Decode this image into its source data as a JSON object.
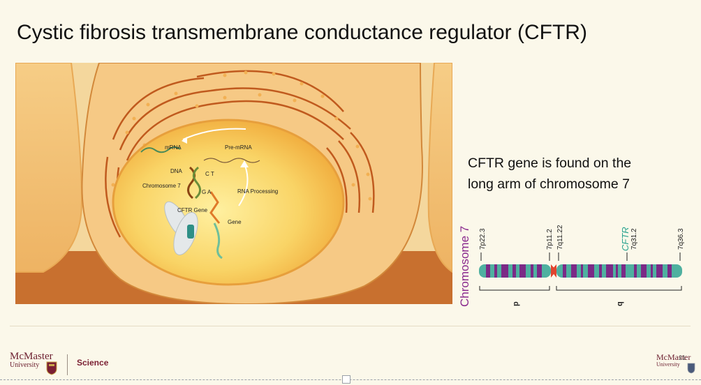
{
  "slide": {
    "title": "Cystic fibrosis transmembrane conductance regulator (CFTR)"
  },
  "illustration": {
    "labels": {
      "mrna": "mRNA",
      "pre_mrna": "Pre-mRNA",
      "dna": "DNA",
      "ct": "C T",
      "ga": "G A",
      "chromosome7": "Chromosome 7",
      "cftr_gene": "CFTR Gene",
      "rna_processing": "RNA Processing",
      "gene": "Gene"
    },
    "colors": {
      "cell_outer": "#f4c27a",
      "nucleus": "#f7c95a",
      "nucleus_center": "#fde58a",
      "floor": "#c96f2c",
      "er_line": "#c05a1e"
    }
  },
  "side_text": {
    "line1": "CFTR gene is found on the",
    "line2": "long arm of chromosome 7"
  },
  "chromosome": {
    "title": "Chromosome 7",
    "bands": {
      "p22_3": "7p22.3",
      "p11_2": "7p11.2",
      "q11_22": "7q11.22",
      "cftr": "CFTR",
      "q31_2": "7q31.2",
      "q36_3": "7q36.3"
    },
    "arm_p": "p",
    "arm_q": "q",
    "colors": {
      "purple": "#7b2a86",
      "teal": "#4fb0a0",
      "centromere": "#e0452f",
      "title": "#8a2a8e"
    }
  },
  "footer": {
    "logo_line1": "McMaster",
    "logo_line2": "University",
    "department": "Science",
    "right_logo_line1": "McMaster",
    "right_logo_line2": "University",
    "page_number": "21"
  }
}
